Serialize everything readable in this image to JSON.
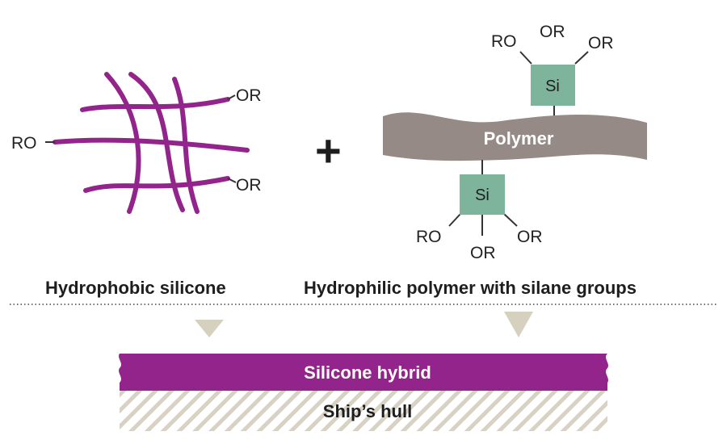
{
  "left": {
    "group_labels": {
      "left": "RO",
      "top_right": "OR",
      "bottom_right": "OR"
    },
    "caption": "Hydrophobic silicone"
  },
  "plus_sign": "+",
  "right": {
    "top_unit": {
      "si": "Si",
      "groups": [
        "RO",
        "OR",
        "OR"
      ]
    },
    "polymer_label": "Polymer",
    "bottom_unit": {
      "si": "Si",
      "groups": [
        "RO",
        "OR",
        "OR"
      ]
    },
    "caption": "Hydrophilic polymer with silane groups"
  },
  "layers": {
    "hybrid_label": "Silicone hybrid",
    "hull_label": "Ship’s hull"
  },
  "colors": {
    "silicone": "#93248c",
    "polymer": "#958a85",
    "si_box": "#7fb49c",
    "arrow": "#d6d0bf",
    "hatch": "#d7d2c4"
  }
}
